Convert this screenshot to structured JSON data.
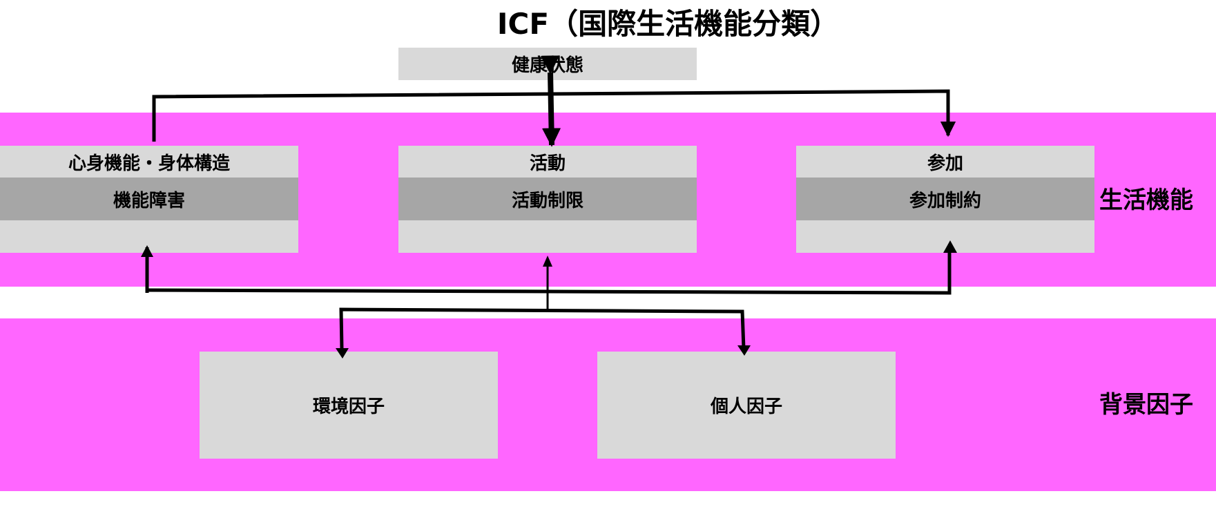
{
  "title": "ICF（国際生活機能分類）",
  "health_condition": "健康状態",
  "functioning": {
    "band_label": "生活機能",
    "boxes": [
      {
        "head": "心身機能・身体構造",
        "limitation": "機能障害"
      },
      {
        "head": "活動",
        "limitation": "活動制限"
      },
      {
        "head": "参加",
        "limitation": "参加制約"
      }
    ]
  },
  "contextual": {
    "band_label": "背景因子",
    "factors": [
      "環境因子",
      "個人因子"
    ]
  },
  "colors": {
    "band": "#ff66ff",
    "box": "#d9d9d9",
    "limitation_bar": "#a6a6a6",
    "arrow": "#000000"
  }
}
